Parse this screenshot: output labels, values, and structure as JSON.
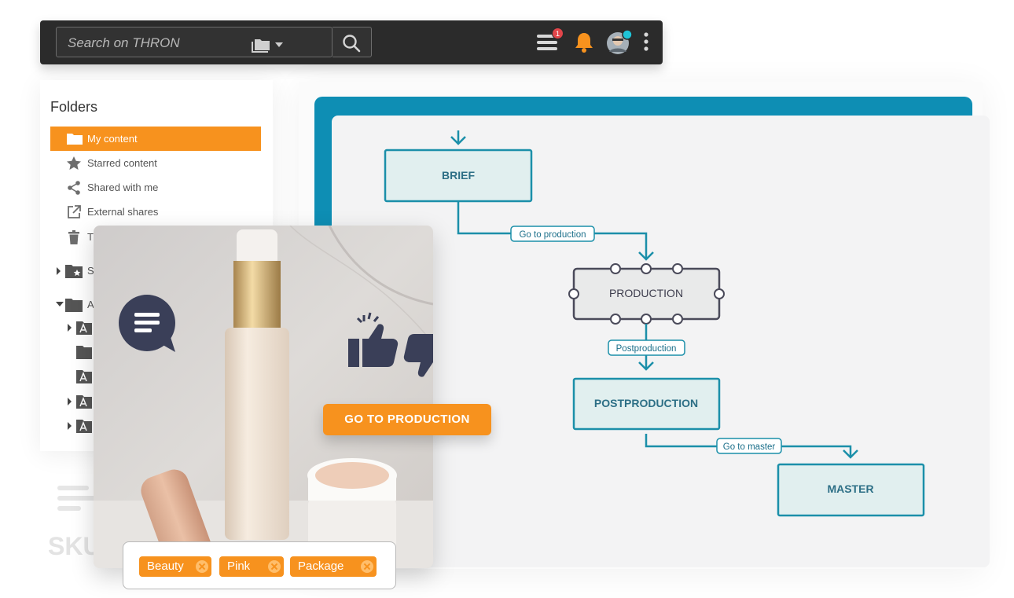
{
  "topbar": {
    "search_placeholder": "Search on THRON",
    "notification_count": "1"
  },
  "folders": {
    "title": "Folders",
    "items": [
      {
        "label": "My content",
        "icon": "folder-icon",
        "active": true
      },
      {
        "label": "Starred content",
        "icon": "star-icon"
      },
      {
        "label": "Shared with me",
        "icon": "share-icon"
      },
      {
        "label": "External shares",
        "icon": "external-link-icon"
      },
      {
        "label": "T",
        "icon": "trash-icon"
      }
    ],
    "tree": [
      {
        "label": "S",
        "icon": "starred-folder-icon"
      },
      {
        "label": "A",
        "icon": "folder-icon"
      }
    ]
  },
  "workflow": {
    "nodes": {
      "brief": "BRIEF",
      "production": "PRODUCTION",
      "postproduction": "POSTPRODUCTION",
      "master": "MASTER"
    },
    "transitions": {
      "to_production": "Go to production",
      "to_postproduction": "Postproduction",
      "to_master": "Go to master"
    }
  },
  "product_card": {
    "action_button": "GO TO PRODUCTION",
    "tags": [
      "Beauty",
      "Pink",
      "Package"
    ],
    "sku_label": "SKU"
  },
  "colors": {
    "accent": "#f7921e",
    "workflow_blue": "#0e8eb4",
    "node_fill": "#e1efef",
    "node_border": "#1b8fa9",
    "production_border": "#4a4a5a",
    "topbar": "#2b2b2b",
    "navy_icon": "#3a3f58"
  }
}
